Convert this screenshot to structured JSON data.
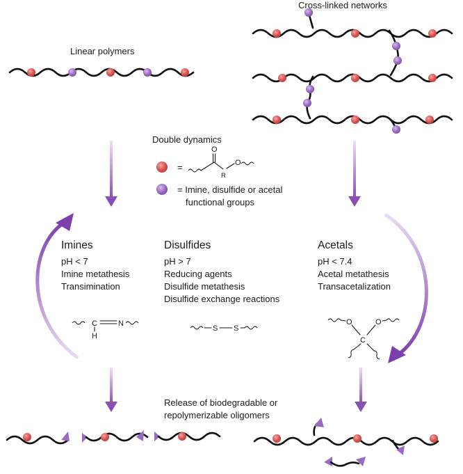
{
  "labels": {
    "cross_linked": "Cross-linked networks",
    "linear": "Linear polymers",
    "release_line1": "Release of biodegradable or",
    "release_line2": "repolymerizable oligomers"
  },
  "legend": {
    "title": "Double dynamics",
    "ester_eq": "=",
    "ester_atoms": {
      "o_double": "O",
      "r": "R",
      "o_single": "O"
    },
    "purple_line1": "= Imine, disulfide or acetal",
    "purple_line2": "functional groups"
  },
  "chemistries": {
    "imines": {
      "title": "Imines",
      "lines": [
        "pH < 7",
        "Imine metathesis",
        "Transimination"
      ],
      "structure": {
        "c": "C",
        "n": "N",
        "h": "H"
      }
    },
    "disulfides": {
      "title": "Disulfides",
      "lines": [
        "pH > 7",
        "Reducing agents",
        "Disulfide metathesis",
        "Disulfide exchange reactions"
      ],
      "structure": {
        "s1": "S",
        "s2": "S"
      }
    },
    "acetals": {
      "title": "Acetals",
      "lines": [
        "pH < 7.4",
        "Acetal metathesis",
        "Transacetalization"
      ],
      "structure": {
        "o1": "O",
        "o2": "O",
        "c": "C"
      }
    }
  },
  "colors": {
    "ester_dot": "#d9534f",
    "functional_dot": "#9b6bc4",
    "arrow": "#8a4fb5",
    "arrow_light": "#e4d3f1",
    "chain": "#111111"
  }
}
